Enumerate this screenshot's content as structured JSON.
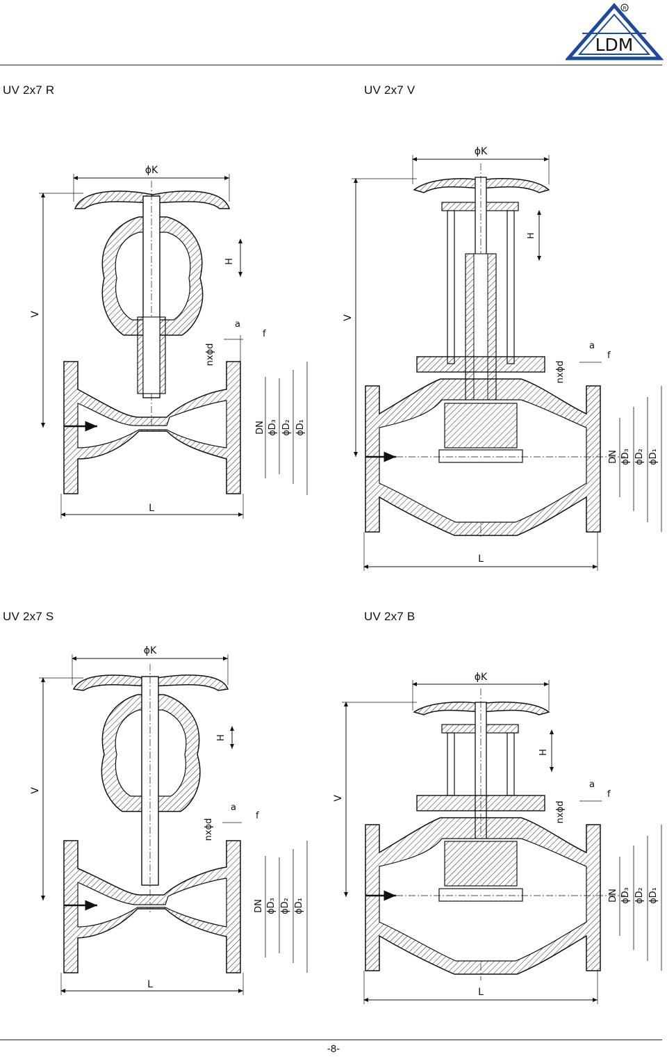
{
  "brand": {
    "name": "LDM",
    "registered": "R",
    "color": "#1f4a9c"
  },
  "drawings": [
    {
      "title": "UV 2x7 R",
      "labels": {
        "K": "ϕK",
        "V": "V",
        "H": "H",
        "a": "a",
        "f": "f",
        "nd": "nxϕd",
        "DN": "DN",
        "D3": "ϕD₃",
        "D2": "ϕD₂",
        "D1": "ϕD₁",
        "L": "L"
      }
    },
    {
      "title": "UV 2x7 V",
      "labels": {
        "K": "ϕK",
        "V": "V",
        "H": "H",
        "a": "a",
        "f": "f",
        "nd": "nxϕd",
        "DN": "DN",
        "D3": "ϕD₃",
        "D2": "ϕD₂",
        "D1": "ϕD₁",
        "L": "L"
      }
    },
    {
      "title": "UV 2x7 S",
      "labels": {
        "K": "ϕK",
        "V": "V",
        "H": "H",
        "a": "a",
        "f": "f",
        "nd": "nxϕd",
        "DN": "DN",
        "D3": "ϕD₃",
        "D2": "ϕD₂",
        "D1": "ϕD₁",
        "L": "L"
      }
    },
    {
      "title": "UV 2x7 B",
      "labels": {
        "K": "ϕK",
        "V": "V",
        "H": "H",
        "a": "a",
        "f": "f",
        "nd": "nxϕd",
        "DN": "DN",
        "D3": "ϕD₃",
        "D2": "ϕD₂",
        "D1": "ϕD₁",
        "L": "L"
      }
    }
  ],
  "footer": {
    "page": "-8-"
  }
}
